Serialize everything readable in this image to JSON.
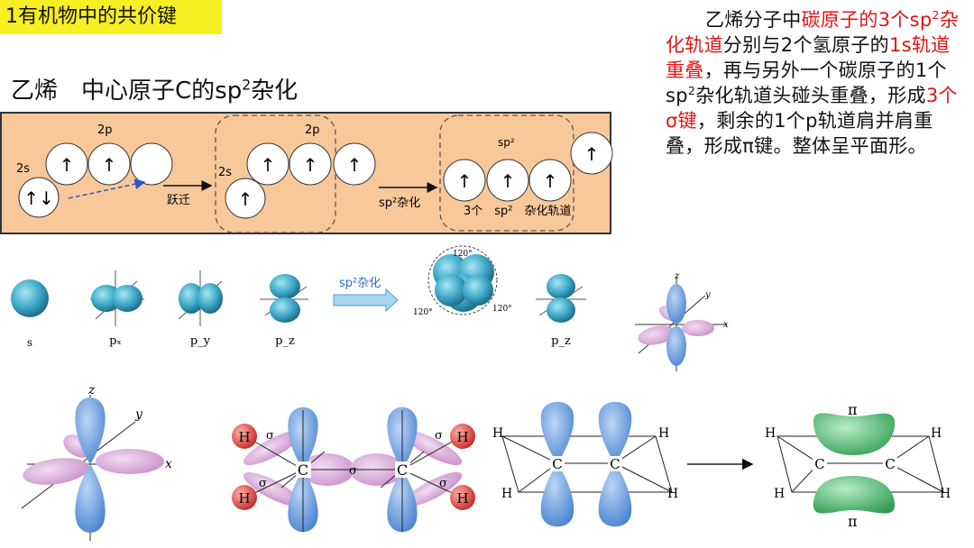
{
  "title": "1有机物中的共价键",
  "heading": {
    "prefix": "乙烯　中心原子C的sp",
    "sup": "2",
    "suffix": "杂化"
  },
  "paragraph": {
    "segments": [
      {
        "text": "乙烯分子中",
        "red": false
      },
      {
        "text": "碳原子的3个sp",
        "red": true
      },
      {
        "sup": "2",
        "red": true
      },
      {
        "text": "杂化轨道",
        "red": true
      },
      {
        "text": "分别与2个氢原子的",
        "red": false
      },
      {
        "text": "1s轨道重叠",
        "red": true
      },
      {
        "text": "，再与另外一个碳原子的1个sp",
        "red": false
      },
      {
        "sup": "2",
        "red": false
      },
      {
        "text": "杂化轨道头碰头重叠，形成",
        "red": false
      },
      {
        "text": "3个σ键",
        "red": true
      },
      {
        "text": "，剩余的1个p轨道肩并肩重叠，形成π键。整体呈平面形。",
        "red": false
      }
    ]
  },
  "band": {
    "label_2p_left": "2p",
    "label_2s_left": "2s",
    "label_transition": "跃迁",
    "label_2p_mid": "2p",
    "label_2s_mid": "2s",
    "label_hybridize": "sp²杂化",
    "label_sp2_top": "sp²",
    "label_sp2_bottom": "3个　sp²　杂化轨道",
    "up_arrow": "↑",
    "paired_arrows": "↑↓"
  },
  "orbitals_row": {
    "labels": [
      "s",
      "pₓ",
      "p_y",
      "p_z",
      "p_z"
    ],
    "arrow_label": "sp²杂化",
    "angles": [
      "120°",
      "120°",
      "120°"
    ],
    "axes": [
      "x",
      "y",
      "z"
    ]
  },
  "ethylene": {
    "atoms": {
      "C": "C",
      "H": "H"
    },
    "sigma": "σ",
    "pi": "π",
    "axes": [
      "x",
      "y",
      "z"
    ]
  },
  "colors": {
    "title_bg": "#f7ef22",
    "band_bg": "#f9c89a",
    "red": "#e01515",
    "p_orbital": "#5f95d9",
    "sp2_lobe": "#d9a9d9",
    "h_atom": "#d94444",
    "pi_cloud": "#33a85a"
  }
}
